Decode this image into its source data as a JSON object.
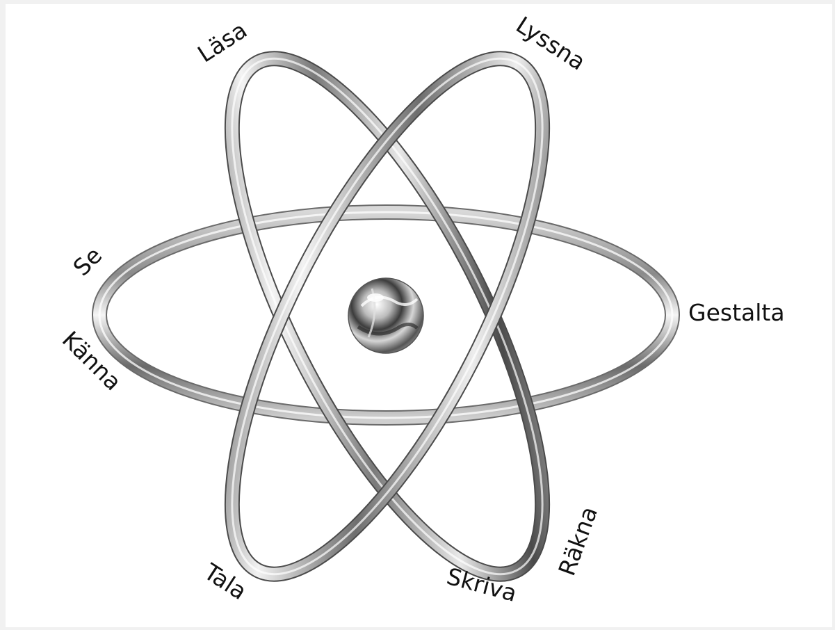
{
  "labels": {
    "lasa": "Läsa",
    "lyssna": "Lyssna",
    "se": "Se",
    "gestalta": "Gestalta",
    "kanna": "Känna",
    "rakna": "Räkna",
    "tala": "Tala",
    "skriva": "Skriva"
  },
  "colors": {
    "background": "#ffffff",
    "frame": "#f1f1f1",
    "text": "#111111",
    "metal_dark": "#4a4a4a",
    "metal_mid": "#9a9a9a",
    "metal_light": "#f4f4f4"
  },
  "icons": {
    "nucleus": "chrome-sphere",
    "orbits": "chrome-ring"
  }
}
